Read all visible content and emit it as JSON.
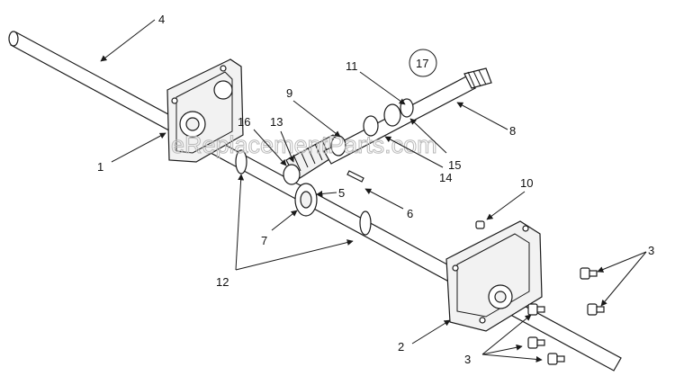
{
  "diagram": {
    "callouts": [
      {
        "id": "c1",
        "text": "1"
      },
      {
        "id": "c2",
        "text": "2"
      },
      {
        "id": "c3a",
        "text": "3"
      },
      {
        "id": "c3b",
        "text": "3"
      },
      {
        "id": "c4",
        "text": "4"
      },
      {
        "id": "c5",
        "text": "5"
      },
      {
        "id": "c6",
        "text": "6"
      },
      {
        "id": "c7",
        "text": "7"
      },
      {
        "id": "c8",
        "text": "8"
      },
      {
        "id": "c9",
        "text": "9"
      },
      {
        "id": "c10",
        "text": "10"
      },
      {
        "id": "c11",
        "text": "11"
      },
      {
        "id": "c12",
        "text": "12"
      },
      {
        "id": "c13",
        "text": "13"
      },
      {
        "id": "c14",
        "text": "14"
      },
      {
        "id": "c15",
        "text": "15"
      },
      {
        "id": "c16",
        "text": "16"
      },
      {
        "id": "c17",
        "text": "17"
      }
    ],
    "watermark": "eReplacementParts.com"
  }
}
